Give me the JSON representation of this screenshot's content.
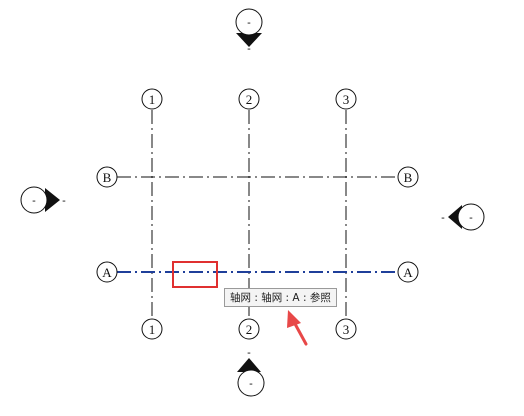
{
  "grid": {
    "vertical": [
      "1",
      "2",
      "3"
    ],
    "horizontal": [
      "B",
      "A"
    ],
    "selected": "A"
  },
  "elevation_markers": {
    "top": "-",
    "bottom": "-",
    "left": "-",
    "right": "-"
  },
  "tooltip": {
    "text": "轴网 : 轴网 : A : 参照"
  },
  "colors": {
    "line": "#111111",
    "selected": "#1f3f9a",
    "highlight": "#e03030",
    "arrow": "#e84848"
  }
}
